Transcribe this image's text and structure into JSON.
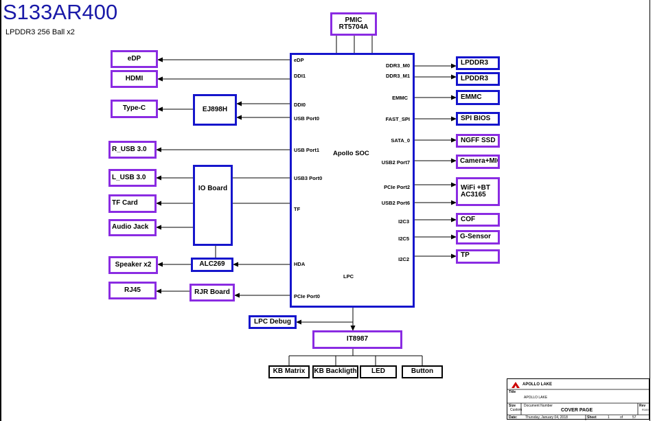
{
  "header": {
    "title": "S133AR400",
    "subtitle": "LPDDR3 256 Ball x2"
  },
  "soc": {
    "label": "Apollo SOC",
    "left_pins": [
      "eDP",
      "DDI1",
      "DDI0",
      "USB Port0",
      "USB Port1",
      "USB3 Port0",
      "TF",
      "HDA",
      "PCIe Port0"
    ],
    "right_pins": [
      "DDR3_M0",
      "DDR3_M1",
      "EMMC",
      "FAST_SPI",
      "SATA_0",
      "USB2 Port7",
      "PCIe Port2",
      "USB2 Port6",
      "I2C3",
      "I2C5",
      "I2C2"
    ],
    "center_pin": "LPC"
  },
  "blocks": {
    "pmic": "PMIC\nRT5704A",
    "edp": "eDP",
    "hdmi": "HDMI",
    "typec": "Type-C",
    "ej898h": "EJ898H",
    "r_usb": "R_USB 3.0",
    "l_usb": "L_USB 3.0",
    "io_board": "IO Board",
    "tf_card": "TF Card",
    "audio_jack": "Audio Jack",
    "speaker": "Speaker x2",
    "alc269": "ALC269",
    "rj45": "RJ45",
    "rjr_board": "RJR Board",
    "lpddr3_a": "LPDDR3",
    "lpddr3_b": "LPDDR3",
    "emmc": "EMMC",
    "spi_bios": "SPI BIOS",
    "ngff_ssd": "NGFF SSD",
    "camera": "Camera+MIC",
    "wifi": "WiFi +BT\nAC3165",
    "cof": "COF",
    "gsensor": "G-Sensor",
    "tp": "TP",
    "lpc_debug": "LPC Debug",
    "it8987": "IT8987",
    "kb_matrix": "KB Matrix",
    "kb_backlight": "KB Backligth",
    "led": "LED",
    "button": "Button"
  },
  "title_block": {
    "logo_text": "APOLLO LAKE",
    "title_label": "Title",
    "title_value": "APOLLO LAKE",
    "size_label": "Size",
    "size_value": "Custom",
    "doc_label": "Document Number",
    "doc_value": "COVER PAGE",
    "rev_label": "Rev",
    "rev_value": "R100",
    "date_label": "Date:",
    "date_value": "Thursday, January 04, 2018",
    "sheet_label": "Sheet",
    "sheet_value": "1",
    "of_label": "of",
    "of_value": "57"
  },
  "colors": {
    "purple_border": "#8a2be2",
    "blue_border": "#1515cc",
    "title_color": "#1a1aa8",
    "logo_red": "#cc0000"
  }
}
